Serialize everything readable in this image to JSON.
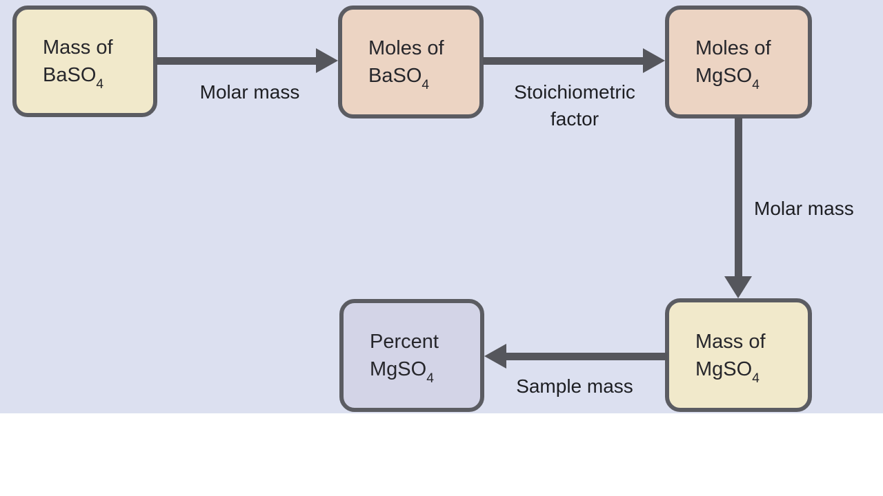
{
  "palette": {
    "diagram_background": "#dce0f0",
    "page_background": "#ffffff",
    "box_border": "#5b5c62",
    "arrow": "#55565c",
    "box_text": "#26262b",
    "label_text": "#1d1e22",
    "fill_cream": "#f1e9cb",
    "fill_peach": "#ecd4c3",
    "fill_lavender": "#d3d4e7"
  },
  "diagram": {
    "description": "Flowchart for calculating percent MgSO4 from mass of BaSO4 precipitate",
    "boxes": [
      {
        "id": "mass-baso4",
        "line1": "Mass of",
        "formula": "BaSO",
        "subscript": "4",
        "fill": "#f1e9cb"
      },
      {
        "id": "moles-baso4",
        "line1": "Moles of",
        "formula": "BaSO",
        "subscript": "4",
        "fill": "#ecd4c3"
      },
      {
        "id": "moles-mgso4",
        "line1": "Moles of",
        "formula": "MgSO",
        "subscript": "4",
        "fill": "#ecd4c3"
      },
      {
        "id": "mass-mgso4",
        "line1": "Mass of",
        "formula": "MgSO",
        "subscript": "4",
        "fill": "#f1e9cb"
      },
      {
        "id": "percent-mgso4",
        "line1": "Percent",
        "formula": "MgSO",
        "subscript": "4",
        "fill": "#d3d4e7"
      }
    ],
    "arrows": [
      {
        "from": "mass-baso4",
        "to": "moles-baso4",
        "direction": "right",
        "label": "Molar mass"
      },
      {
        "from": "moles-baso4",
        "to": "moles-mgso4",
        "direction": "right",
        "label": "Stoichiometric factor"
      },
      {
        "from": "moles-mgso4",
        "to": "mass-mgso4",
        "direction": "down",
        "label": "Molar mass"
      },
      {
        "from": "mass-mgso4",
        "to": "percent-mgso4",
        "direction": "left",
        "label": "Sample mass"
      }
    ]
  }
}
